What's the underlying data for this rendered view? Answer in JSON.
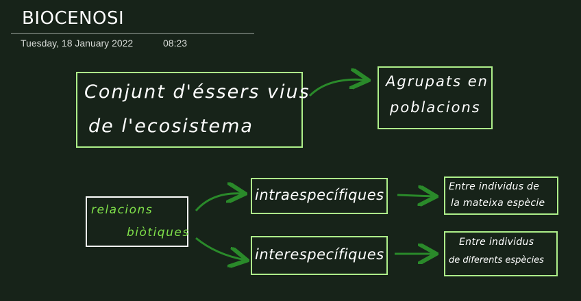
{
  "page": {
    "title": "BIOCENOSI",
    "date": "Tuesday, 18 January 2022",
    "time": "08:23"
  },
  "notes": {
    "main_box": {
      "line1": "Conjunt d'éssers vius",
      "line2": "de l'ecosistema"
    },
    "groups_box": {
      "line1": "Agrupats en",
      "line2": "poblacions"
    },
    "relations_box": {
      "line1": "relacions",
      "line2": "biòtiques"
    },
    "intra_box": {
      "text": "intraespecífiques"
    },
    "inter_box": {
      "text": "interespecífiques"
    },
    "intra_desc_box": {
      "line1": "Entre individus de",
      "line2": "la mateixa espècie"
    },
    "inter_desc_box": {
      "line1": "Entre individus",
      "line2": "de diferents espècies"
    }
  },
  "colors": {
    "background": "#172319",
    "box_border": "#aef08a",
    "arrow": "#2a8a2a",
    "relations_text": "#7fe04a",
    "ink": "#ffffff"
  }
}
